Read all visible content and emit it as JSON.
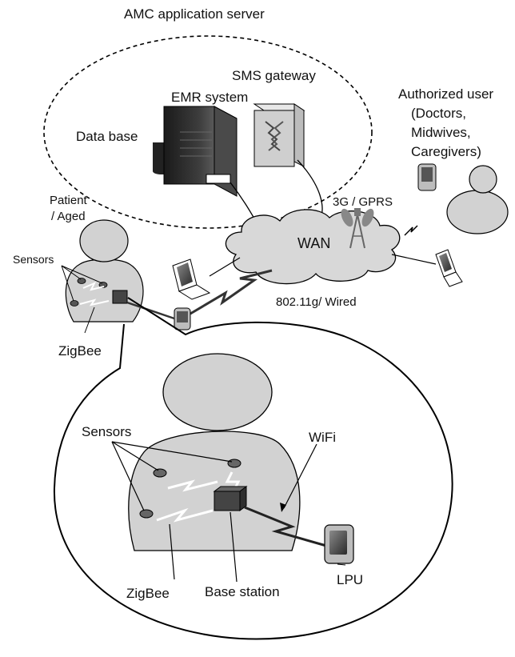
{
  "labels": {
    "server": "AMC application server",
    "sms_gateway": "SMS gateway",
    "emr_system": "EMR system",
    "database": "Data base",
    "authorized_user_line1": "Authorized user",
    "authorized_user_line2": "(Doctors,",
    "authorized_user_line3": "Midwives,",
    "authorized_user_line4": "Caregivers)",
    "cellular": "3G / GPRS",
    "wan": "WAN",
    "patient_line1": "Patient",
    "patient_line2": "/ Aged",
    "sensors_top": "Sensors",
    "link": "802.11g/ Wired",
    "zigbee_top": "ZigBee",
    "sensors_zoom": "Sensors",
    "wifi": "WiFi",
    "zigbee_zoom": "ZigBee",
    "base_station": "Base station",
    "lpu": "LPU"
  },
  "icons": [
    "server-tower-icon",
    "sms-gateway-icon",
    "database-icon",
    "cloud-icon",
    "antenna-icon",
    "laptop-icon",
    "pda-icon",
    "person-icon",
    "sensor-icon",
    "base-station-icon",
    "wireless-link-icon"
  ],
  "colors": {
    "figure_fill": "#d2d2d2",
    "dark": "#3c3c3c",
    "stroke": "#000000"
  }
}
